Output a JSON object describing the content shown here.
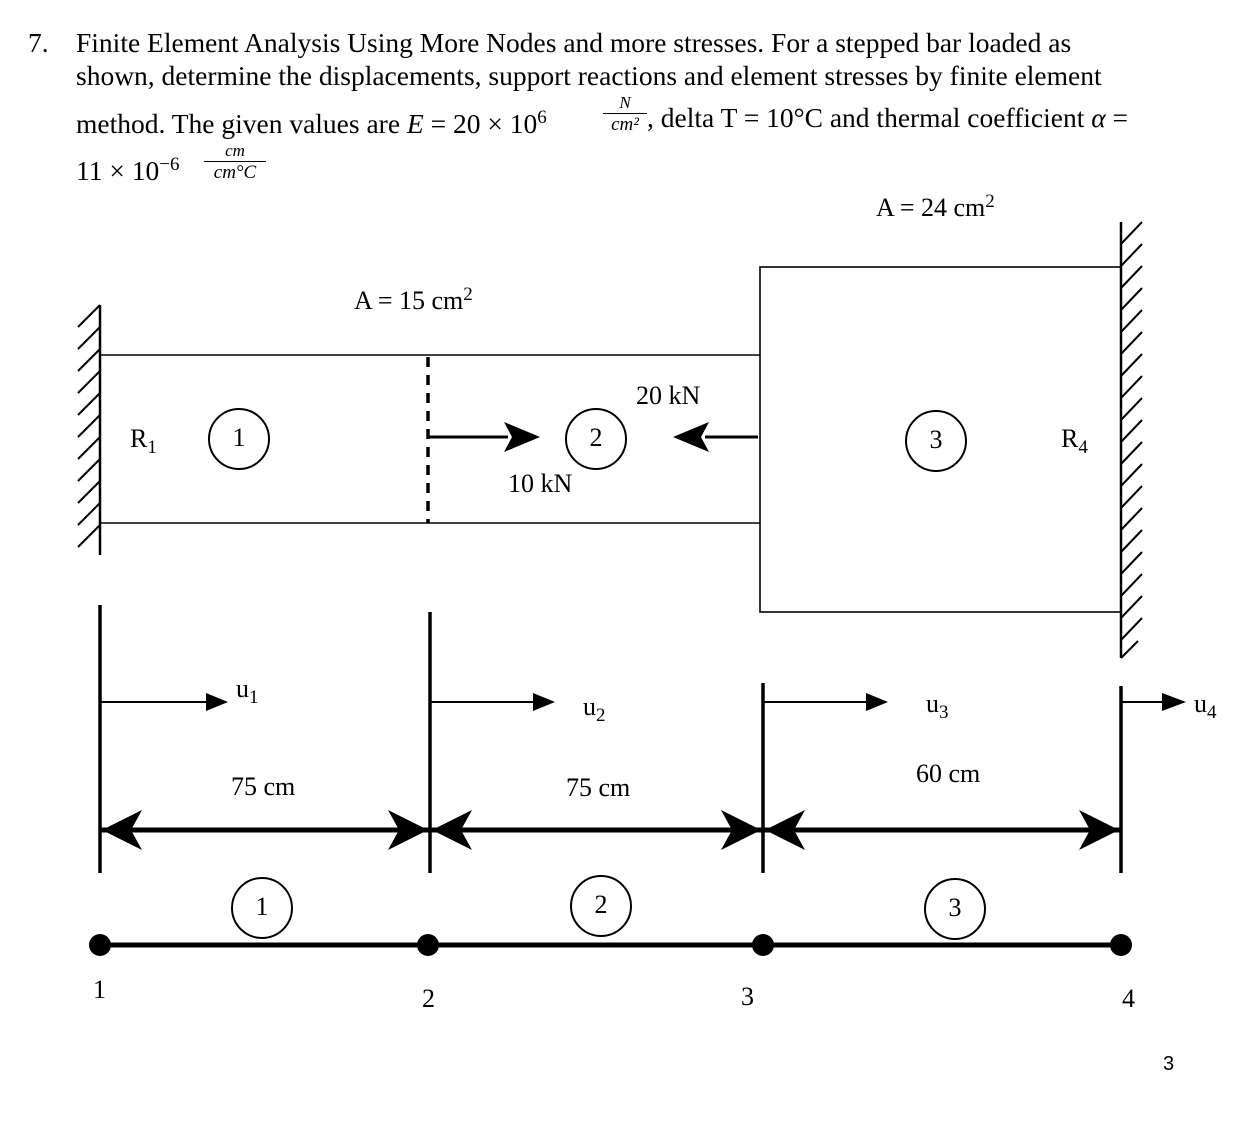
{
  "problem": {
    "number": "7.",
    "line1": "Finite Element Analysis Using More Nodes and more stresses. For a stepped bar loaded as",
    "line2": "shown, determine the displacements, support reactions and element stresses by finite element",
    "line3_a": "method. The given values are ",
    "line3_E": "E",
    "line3_eq": " = 20 × 10",
    "line3_exp": "6",
    "frac1_num": "N",
    "frac1_den": "cm²",
    "line3_b": ", delta T = 10°C and thermal coefficient ",
    "line3_alpha": "α",
    "line3_eq2": " =",
    "line4_a": "11 × 10",
    "line4_exp": "−6",
    "frac2_num": "cm",
    "frac2_den": "cm°C"
  },
  "figure": {
    "area_small": "A = 15 cm",
    "area_small_exp": "2",
    "area_large": "A = 24 cm",
    "area_large_exp": "2",
    "reaction_left": "R",
    "reaction_left_sub": "1",
    "reaction_right": "R",
    "reaction_right_sub": "4",
    "load_right": "10 kN",
    "load_left": "20 kN",
    "element_labels": [
      "1",
      "2",
      "3"
    ],
    "displacements": [
      {
        "base": "u",
        "sub": "1"
      },
      {
        "base": "u",
        "sub": "2"
      },
      {
        "base": "u",
        "sub": "3"
      },
      {
        "base": "u",
        "sub": "4"
      }
    ],
    "lengths": [
      "75 cm",
      "75 cm",
      "60 cm"
    ],
    "node_labels": [
      "1",
      "2",
      "3",
      "4"
    ]
  },
  "page_number": "3"
}
